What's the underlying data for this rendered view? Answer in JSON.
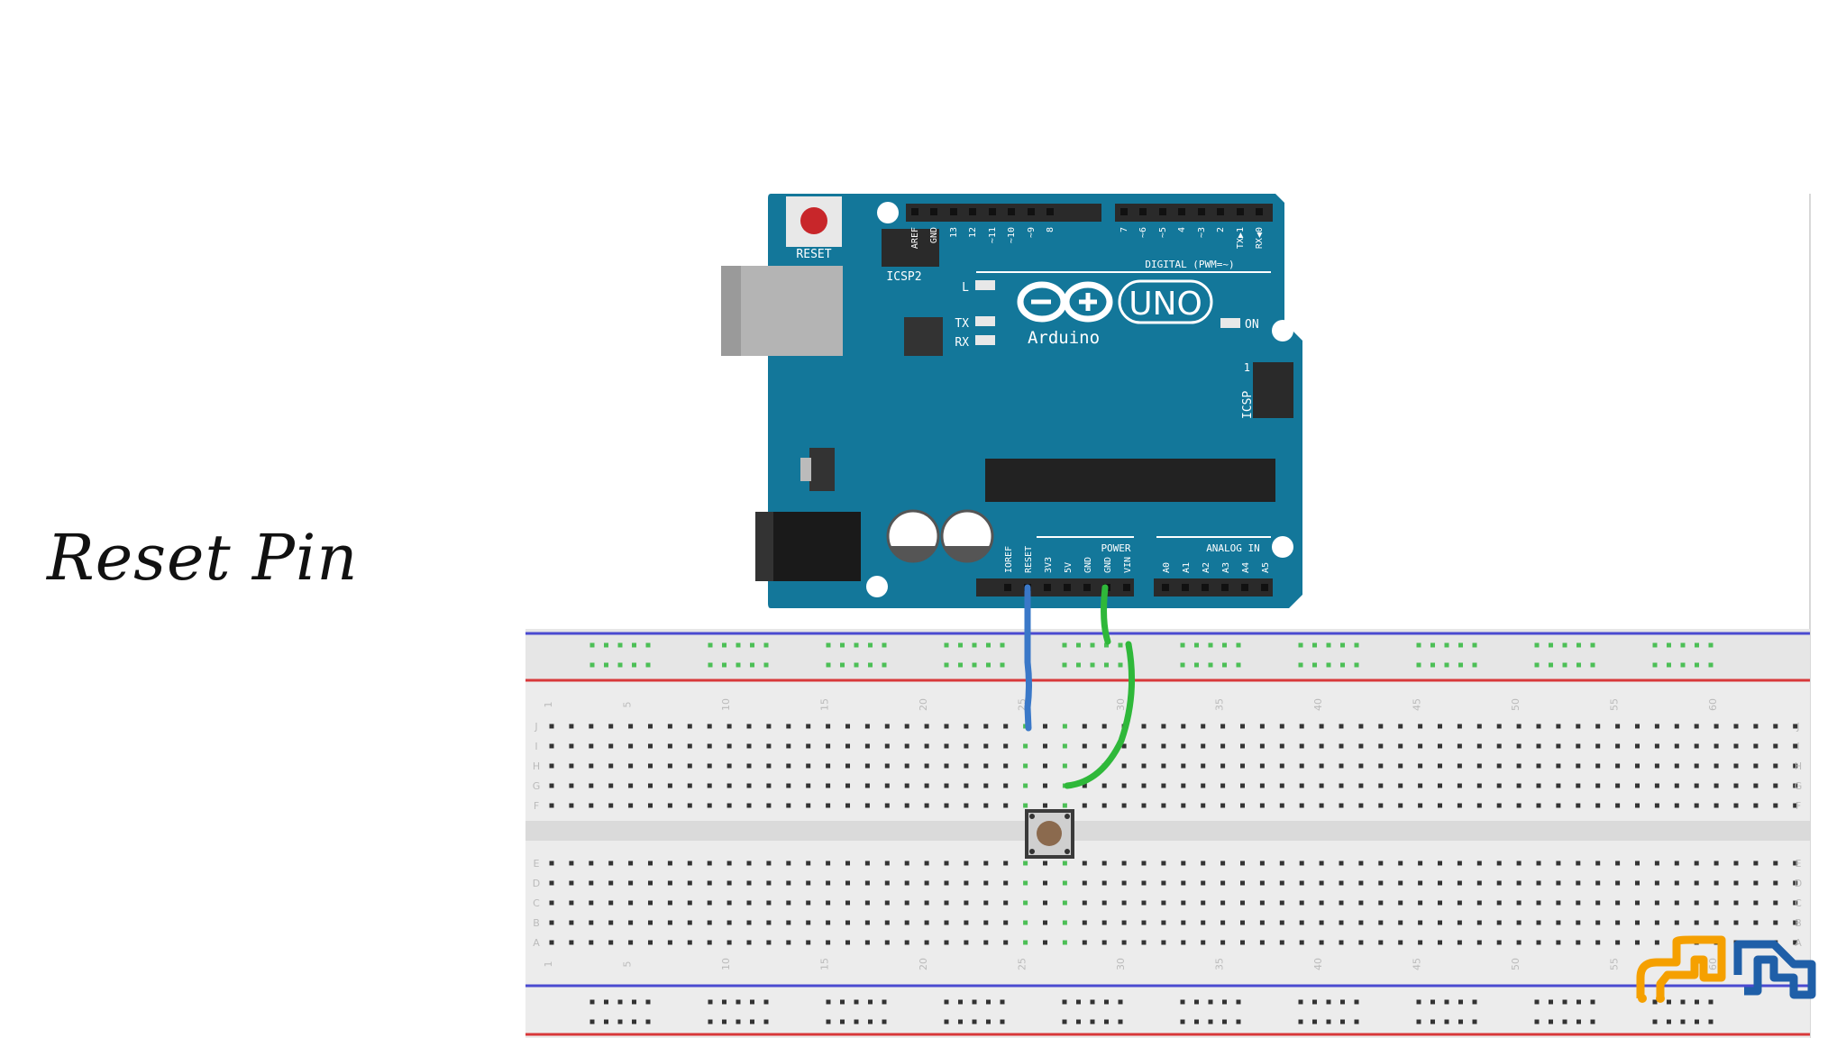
{
  "slide": {
    "title": "Reset Pin"
  },
  "board": {
    "reset_label": "RESET",
    "icsp2_label": "ICSP2",
    "icsp_label": "ICSP",
    "icsp_pin1": "1",
    "led_l": "L",
    "led_tx": "TX",
    "led_rx": "RX",
    "led_on": "ON",
    "brand": "Arduino",
    "model": "UNO",
    "digital_header": "DIGITAL (PWM=~)",
    "power_header": "POWER",
    "analog_header": "ANALOG IN",
    "digital_pins": [
      "AREF",
      "GND",
      "13",
      "12",
      "~11",
      "~10",
      "~9",
      "8",
      "7",
      "~6",
      "~5",
      "4",
      "~3",
      "2",
      "TX▶1",
      "RX◀0"
    ],
    "power_pins": [
      "IOREF",
      "RESET",
      "3V3",
      "5V",
      "GND",
      "GND",
      "VIN"
    ],
    "analog_pins": [
      "A0",
      "A1",
      "A2",
      "A3",
      "A4",
      "A5"
    ]
  },
  "breadboard": {
    "column_numbers": [
      "1",
      "5",
      "10",
      "15",
      "20",
      "25",
      "30",
      "35",
      "40",
      "45",
      "50",
      "55",
      "60"
    ],
    "row_letters_top": [
      "J",
      "I",
      "H",
      "G",
      "F"
    ],
    "row_letters_bottom": [
      "E",
      "D",
      "C",
      "B",
      "A"
    ]
  },
  "wires": [
    {
      "name": "blue-wire",
      "color": "#3a78c8",
      "from": "RESET",
      "to": "breadboard column 25"
    },
    {
      "name": "green-wire",
      "color": "#2fb83a",
      "from": "GND",
      "to": "breadboard column 27"
    }
  ],
  "colors": {
    "board": "#13779a",
    "board_text": "#ffffff",
    "reset_button": "#c8262a",
    "rail_red": "#d8383a",
    "rail_blue": "#4a4ad0",
    "hole_green": "#4cbf56",
    "logo_orange": "#f5a000",
    "logo_blue": "#1f5fa8"
  }
}
